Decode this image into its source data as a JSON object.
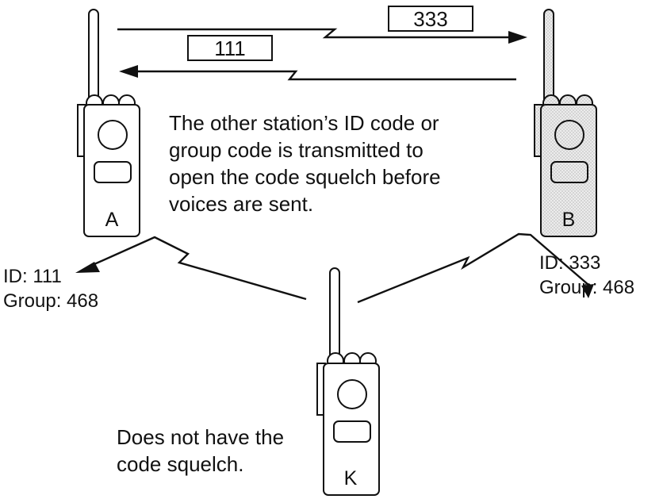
{
  "codes": {
    "to_b": "333",
    "to_a": "111"
  },
  "description": [
    "The other station’s ID code or",
    "group code is transmitted to",
    "open the code squelch before",
    "voices are sent."
  ],
  "stations": {
    "a": {
      "letter": "A",
      "id_label": "ID: 111",
      "group_label": "Group: 468"
    },
    "b": {
      "letter": "B",
      "id_label": "ID: 333",
      "group_label": "Group: 468"
    },
    "k": {
      "letter": "K",
      "note": [
        "Does not have the",
        "code squelch."
      ]
    }
  },
  "colors": {
    "ink": "#111111",
    "radio_body": "#ffffff",
    "radio_body_shaded": "#e4e4e4",
    "background": "#ffffff"
  },
  "icons": {
    "radio": "handheld-radio-icon",
    "signal": "lightning-zigzag-arrow"
  }
}
